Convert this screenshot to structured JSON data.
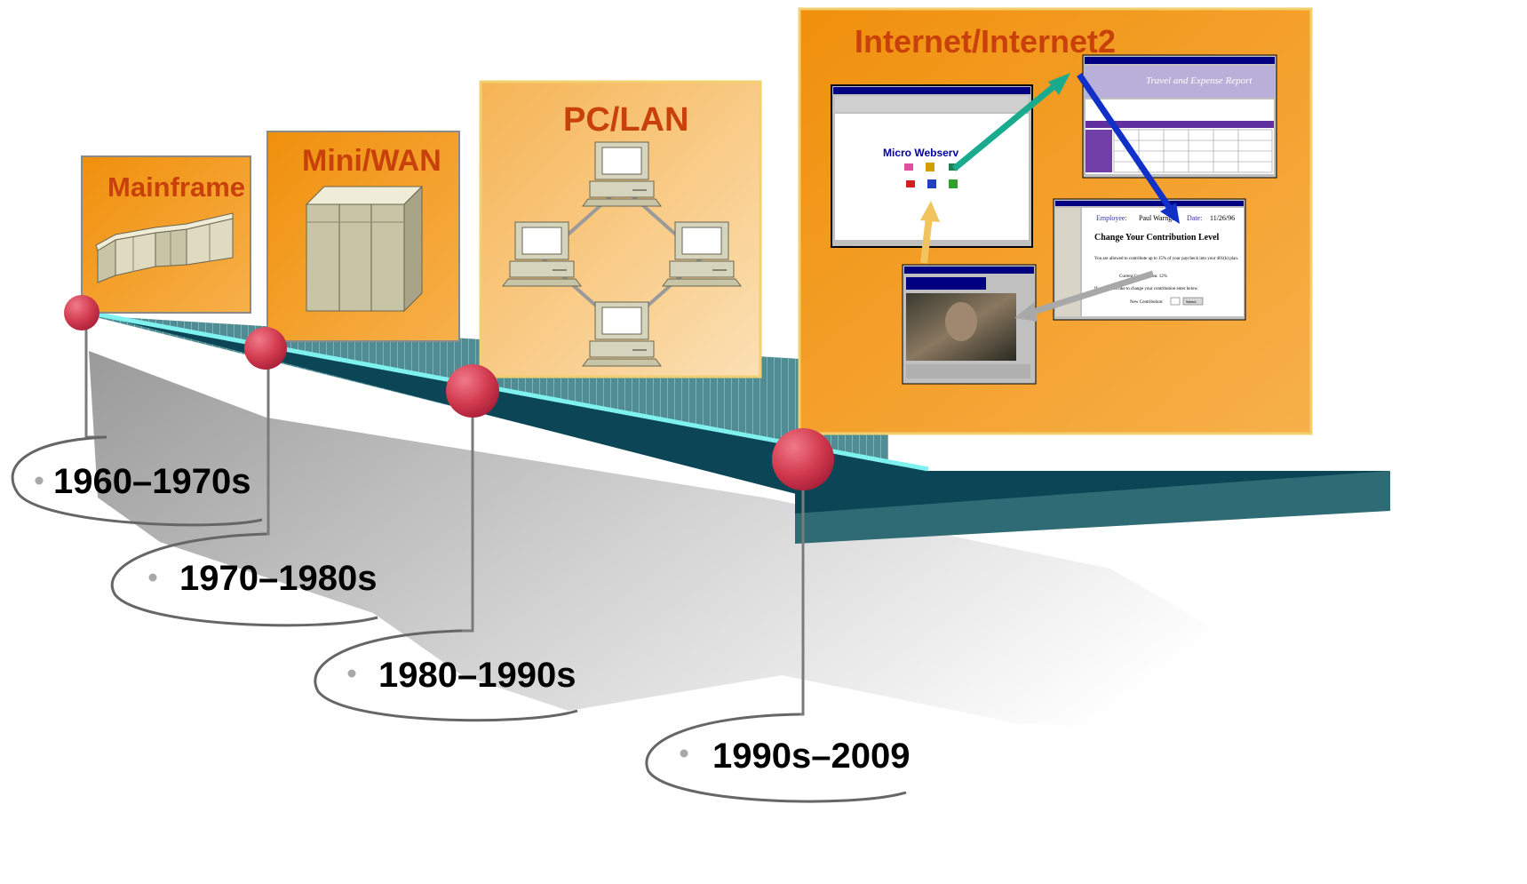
{
  "eras": [
    {
      "title": "Mainframe",
      "period": "1960–1970s",
      "icon": "mainframe-icon"
    },
    {
      "title": "Mini/WAN",
      "period": "1970–1980s",
      "icon": "minicomputer-icon"
    },
    {
      "title": "PC/LAN",
      "period": "1980–1990s",
      "icon": "lan-network-icon"
    },
    {
      "title": "Internet/Internet2",
      "period": "1990s–2009",
      "icon": "web-screenshots-icon"
    }
  ],
  "screens": {
    "webserver_title": "Micro Webserv",
    "webserver_icons": [
      "configure",
      "view",
      "search",
      "tools",
      "utilities",
      "help"
    ],
    "travel_title": "Travel and Expense Report",
    "contribution_employee_label": "Employee:",
    "contribution_employee_name": "Paul Warnga",
    "contribution_date_label": "Date:",
    "contribution_date": "11/26/96",
    "contribution_heading": "Change Your Contribution Level",
    "contribution_body": "You are allowed to contribute up to 15% of your paycheck into your 401(k) plan.",
    "contribution_current": "Current Contribution: 12%",
    "contribution_question": "If you would like to change your contribution enter below.",
    "contribution_new": "New Contribution:",
    "contribution_submit": "Submit"
  },
  "colors": {
    "orange_box": "#f2960e",
    "light_orange_box": "#f7c27a",
    "title_text": "#c8400a",
    "pin": "#d23a4e",
    "band_dark": "#0c4656",
    "band_light": "#4f8c93",
    "band_highlight": "#7ff2ef",
    "arrow_teal": "#1aaa8e",
    "arrow_blue": "#1030c8",
    "arrow_yellow": "#f2c460",
    "arrow_gray": "#a8a8a8"
  }
}
